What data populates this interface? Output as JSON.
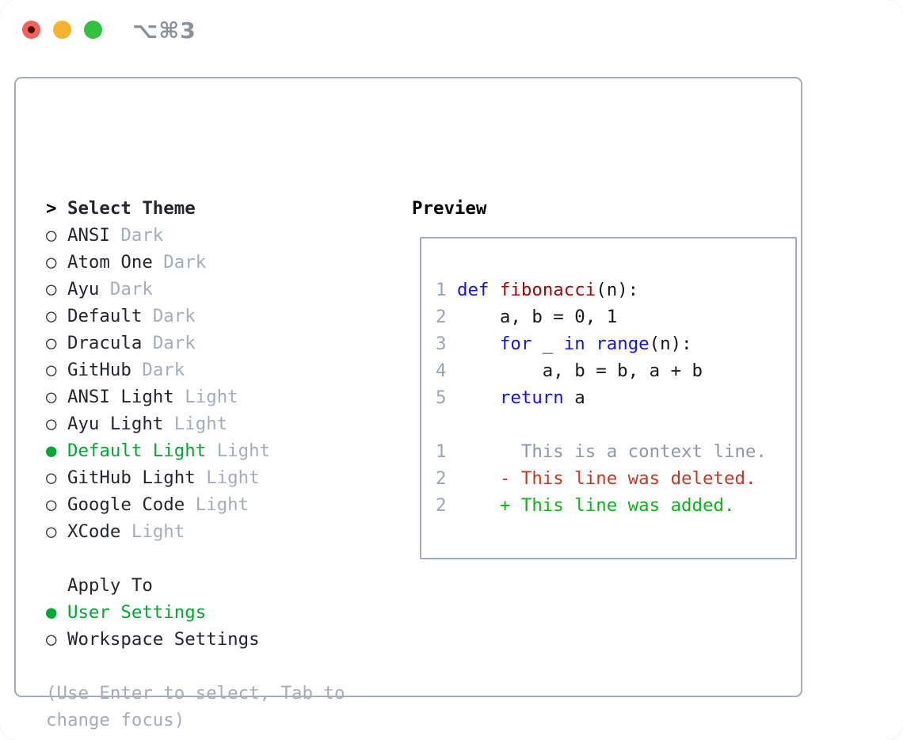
{
  "titlebar": {
    "shortcut": "⌥⌘3",
    "buttons": [
      {
        "name": "close",
        "color": "#f4605a",
        "has_dot": true
      },
      {
        "name": "minimize",
        "color": "#f6b42e",
        "has_dot": false
      },
      {
        "name": "zoom",
        "color": "#32c13f",
        "has_dot": false
      }
    ]
  },
  "theme_selector": {
    "header": {
      "marker": ">",
      "label": "Select Theme"
    },
    "markers": {
      "unselected": "○",
      "selected": "●"
    },
    "themes": [
      {
        "name": "ANSI",
        "variant": "Dark",
        "selected": false
      },
      {
        "name": "Atom One",
        "variant": "Dark",
        "selected": false
      },
      {
        "name": "Ayu",
        "variant": "Dark",
        "selected": false
      },
      {
        "name": "Default",
        "variant": "Dark",
        "selected": false
      },
      {
        "name": "Dracula",
        "variant": "Dark",
        "selected": false
      },
      {
        "name": "GitHub",
        "variant": "Dark",
        "selected": false
      },
      {
        "name": "ANSI Light",
        "variant": "Light",
        "selected": false
      },
      {
        "name": "Ayu Light",
        "variant": "Light",
        "selected": false
      },
      {
        "name": "Default Light",
        "variant": "Light",
        "selected": true
      },
      {
        "name": "GitHub Light",
        "variant": "Light",
        "selected": false
      },
      {
        "name": "Google Code",
        "variant": "Light",
        "selected": false
      },
      {
        "name": "XCode",
        "variant": "Light",
        "selected": false
      }
    ],
    "apply_to": {
      "label": "Apply To",
      "options": [
        {
          "name": "User Settings",
          "selected": true
        },
        {
          "name": "Workspace Settings",
          "selected": false
        }
      ]
    },
    "hint_lines": [
      "(Use Enter to select, Tab to",
      "change focus)"
    ]
  },
  "preview": {
    "title": "Preview",
    "code_lines": [
      [
        [
          "num",
          "1 "
        ],
        [
          "kw",
          "def"
        ],
        [
          "plain",
          " "
        ],
        [
          "fn",
          "fibonacci"
        ],
        [
          "plain",
          "(n):"
        ]
      ],
      [
        [
          "num",
          "2 "
        ],
        [
          "plain",
          "    a, b = 0, 1"
        ]
      ],
      [
        [
          "num",
          "3 "
        ],
        [
          "plain",
          "    "
        ],
        [
          "kw",
          "for"
        ],
        [
          "plain",
          " _ "
        ],
        [
          "kw",
          "in"
        ],
        [
          "plain",
          " "
        ],
        [
          "kw",
          "range"
        ],
        [
          "plain",
          "(n):"
        ]
      ],
      [
        [
          "num",
          "4 "
        ],
        [
          "plain",
          "        a, b = b, a + b"
        ]
      ],
      [
        [
          "num",
          "5 "
        ],
        [
          "plain",
          "    "
        ],
        [
          "kw",
          "return"
        ],
        [
          "plain",
          " a"
        ]
      ],
      [],
      [
        [
          "num",
          "1"
        ],
        [
          "ctx",
          "       This is a context line."
        ]
      ],
      [
        [
          "num",
          "2"
        ],
        [
          "plain",
          "     "
        ],
        [
          "del",
          "- This line was deleted."
        ]
      ],
      [
        [
          "num",
          "2"
        ],
        [
          "plain",
          "     "
        ],
        [
          "add",
          "+ This line was added."
        ]
      ]
    ]
  },
  "colors": {
    "selected_green": "#00a832",
    "diff_added_green": "#0cb517",
    "diff_deleted_red": "#c83723",
    "keyword_blue": "#1414e6",
    "function_red": "#a00a0a",
    "muted_gray": "#a4adba",
    "line_number_gray": "#9aa5b3",
    "border_gray": "#a3adb8",
    "traffic_red": "#f4605a",
    "traffic_yellow": "#f6b42e",
    "traffic_green": "#32c13f"
  }
}
